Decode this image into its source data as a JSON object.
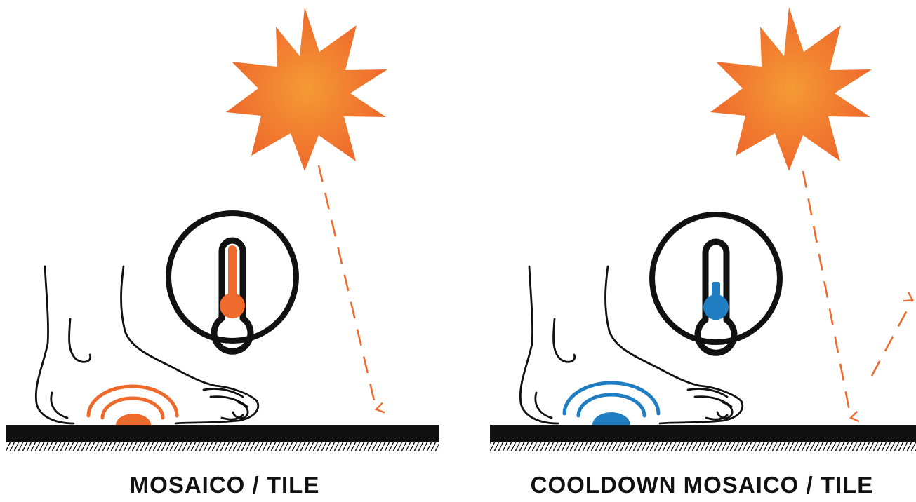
{
  "panels": [
    {
      "id": "left",
      "caption": "MOSAICO / TILE",
      "state": "hot"
    },
    {
      "id": "right",
      "caption": "COOLDOWN MOSAICO / TILE",
      "state": "cool"
    }
  ],
  "colors": {
    "sun_outer": "#ee6a2c",
    "sun_inner": "#f59a35",
    "ray": "#ee6a2c",
    "heat": "#ee6a2c",
    "cool": "#1f7ec2",
    "ink": "#111111",
    "background": "#ffffff"
  },
  "icons": {
    "sun": "sun-icon",
    "thermometer_hot": "thermometer-hot-icon",
    "thermometer_cool": "thermometer-cool-icon",
    "heat_waves": "heat-waves-icon",
    "cool_waves": "cool-waves-icon",
    "foot": "foot-illustration",
    "ray": "sunlight-ray-arrow",
    "reflected_ray": "reflected-ray-arrow"
  }
}
